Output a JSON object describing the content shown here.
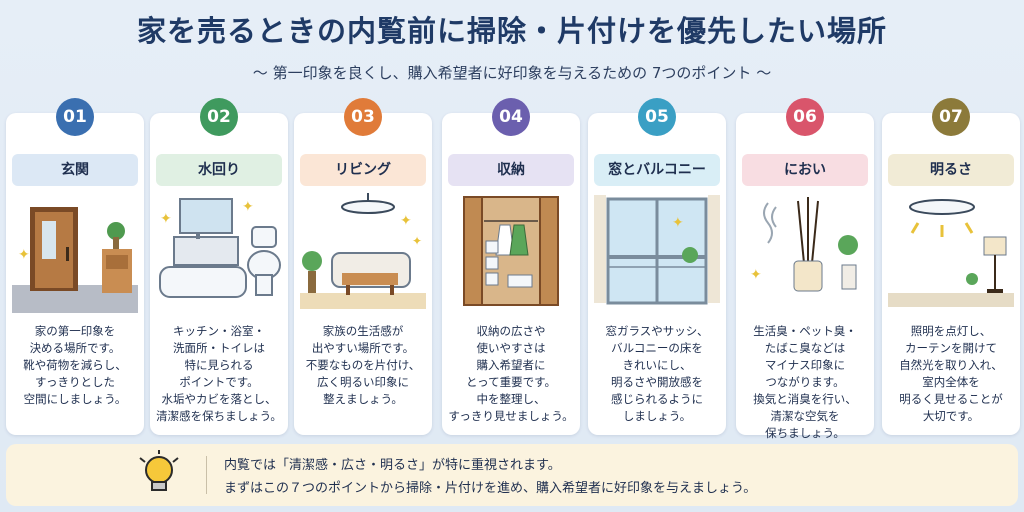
{
  "title": "家を売るときの内覧前に掃除・片付けを優先したい場所",
  "subtitle": "〜 第一印象を良くし、購入希望者に好印象を与えるための 7つのポイント 〜",
  "cards": [
    {
      "num": "01",
      "label": "玄関",
      "color": "#3a6fb0",
      "label_bg": "#dce8f5",
      "desc": "家の第一印象を\n決める場所です。\n靴や荷物を減らし、\nすっきりとした\n空間にしましょう。",
      "icon": "entrance-door-icon"
    },
    {
      "num": "02",
      "label": "水回り",
      "color": "#3f9a5e",
      "label_bg": "#e0f0e3",
      "desc": "キッチン・浴室・\n洗面所・トイレは\n特に見られる\nポイントです。\n水垢やカビを落とし、\n清潔感を保ちましょう。",
      "icon": "bathroom-icon"
    },
    {
      "num": "03",
      "label": "リビング",
      "color": "#e07b39",
      "label_bg": "#fbe6d6",
      "desc": "家族の生活感が\n出やすい場所です。\n不要なものを片付け、\n広く明るい印象に\n整えましょう。",
      "icon": "living-room-icon"
    },
    {
      "num": "04",
      "label": "収納",
      "color": "#6b5fae",
      "label_bg": "#e6e2f3",
      "desc": "収納の広さや\n使いやすさは\n購入希望者に\nとって重要です。\n中を整理し、\nすっきり見せましょう。",
      "icon": "closet-icon"
    },
    {
      "num": "05",
      "label": "窓とバルコニー",
      "color": "#3a9fc4",
      "label_bg": "#d9eef6",
      "desc": "窓ガラスやサッシ、\nバルコニーの床を\nきれいにし、\n明るさや開放感を\n感じられるように\nしましょう。",
      "icon": "window-icon"
    },
    {
      "num": "06",
      "label": "におい",
      "color": "#d9556b",
      "label_bg": "#f8dde2",
      "desc": "生活臭・ペット臭・\nたばこ臭などは\nマイナス印象に\nつながります。\n換気と消臭を行い、\n清潔な空気を\n保ちましょう。",
      "icon": "diffuser-icon"
    },
    {
      "num": "07",
      "label": "明るさ",
      "color": "#8c7a3a",
      "label_bg": "#f1ebd6",
      "desc": "照明を点灯し、\nカーテンを開けて\n自然光を取り入れ、\n室内全体を\n明るく見せることが\n大切です。",
      "icon": "ceiling-light-icon"
    }
  ],
  "footer": {
    "line1": "内覧では「清潔感・広さ・明るさ」が特に重視されます。",
    "line2": "まずはこの７つのポイントから掃除・片付けを進め、購入希望者に好印象を与えましょう。",
    "icon": "lightbulb-icon"
  }
}
